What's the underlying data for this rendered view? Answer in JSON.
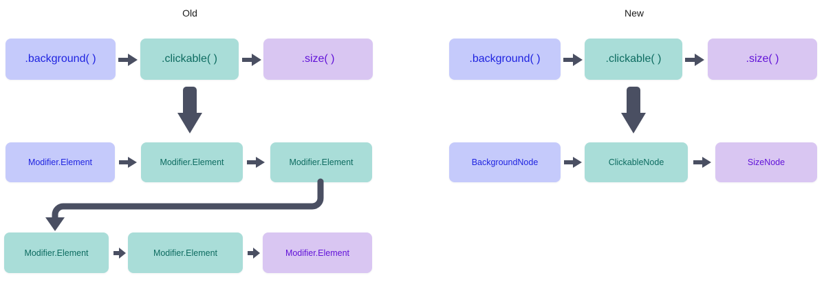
{
  "diagram": {
    "title_left": "Old",
    "title_right": "New",
    "colors": {
      "blue_bg": "#c5cafb",
      "teal_bg": "#a9ddd8",
      "purple_bg": "#d9c6f2",
      "blue_text": "#1f23e0",
      "teal_text": "#0d6b60",
      "purple_text": "#6113d8",
      "arrow": "#4a4f62",
      "background": "#ffffff"
    },
    "old": {
      "modifier_row": {
        "nodes": [
          {
            "label": ".background( )",
            "color": "blue"
          },
          {
            "label": ".clickable( )",
            "color": "teal"
          },
          {
            "label": ".size( )",
            "color": "purple"
          }
        ],
        "connector_icons": [
          "arrow-right-icon",
          "arrow-right-icon"
        ]
      },
      "element_row": {
        "nodes": [
          {
            "label": "Modifier.Element",
            "color": "blue"
          },
          {
            "label": "Modifier.Element",
            "color": "teal"
          },
          {
            "label": "Modifier.Element",
            "color": "teal"
          }
        ],
        "connector_icons": [
          "arrow-right-icon",
          "arrow-right-icon"
        ]
      },
      "element_row_2": {
        "nodes": [
          {
            "label": "Modifier.Element",
            "color": "teal"
          },
          {
            "label": "Modifier.Element",
            "color": "teal"
          },
          {
            "label": "Modifier.Element",
            "color": "purple"
          }
        ],
        "connector_icons": [
          "arrow-right-icon",
          "arrow-right-icon"
        ]
      },
      "down_arrow_icon": "arrow-down-thick-icon",
      "wrap_arrow_icon": "wrap-around-arrow-icon"
    },
    "new": {
      "modifier_row": {
        "nodes": [
          {
            "label": ".background( )",
            "color": "blue"
          },
          {
            "label": ".clickable( )",
            "color": "teal"
          },
          {
            "label": ".size( )",
            "color": "purple"
          }
        ],
        "connector_icons": [
          "arrow-right-icon",
          "arrow-right-icon"
        ]
      },
      "node_row": {
        "nodes": [
          {
            "label": "BackgroundNode",
            "color": "blue"
          },
          {
            "label": "ClickableNode",
            "color": "teal"
          },
          {
            "label": "SizeNode",
            "color": "purple"
          }
        ],
        "connector_icons": [
          "arrow-right-icon",
          "arrow-right-icon"
        ]
      },
      "down_arrow_icon": "arrow-down-thick-icon"
    }
  }
}
